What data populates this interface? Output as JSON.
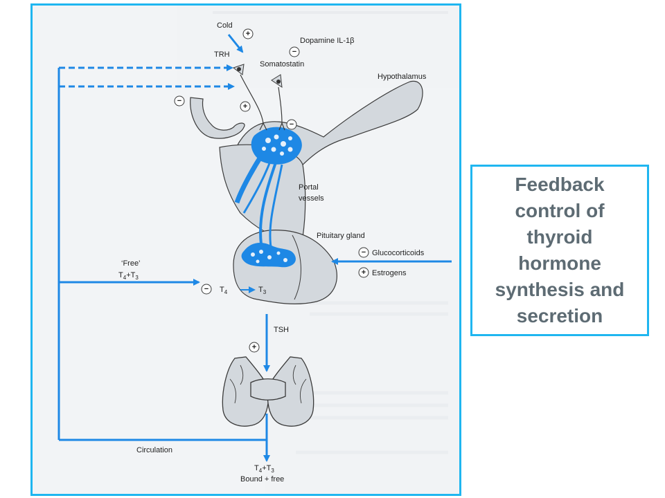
{
  "caption": {
    "lines": [
      "Feedback",
      "control of",
      "thyroid",
      "hormone",
      "synthesis and",
      "secretion"
    ]
  },
  "diagram": {
    "labels": {
      "cold": "Cold",
      "trh": "TRH",
      "dopamine": "Dopamine IL-1β",
      "somatostatin": "Somatostatin",
      "hypothalamus": "Hypothalamus",
      "portal": "Portal",
      "vessels": "vessels",
      "pituitary": "Pituitary gland",
      "glucocorticoids": "Glucocorticoids",
      "estrogens": "Estrogens",
      "free_quote": "‘Free’",
      "tsh": "TSH",
      "circulation": "Circulation",
      "bound_free": "Bound + free"
    },
    "formulas": {
      "t4t3_free": {
        "t": "T",
        "a": "4",
        "plus": "+T",
        "b": "3"
      },
      "t4_to_t3": {
        "t4": "T",
        "t4sub": "4",
        "t3": "T",
        "t3sub": "3"
      },
      "t4t3_bound": {
        "t": "T",
        "a": "4",
        "plus": "+T",
        "b": "3"
      }
    },
    "signs": {
      "plus": "+",
      "minus": "−"
    },
    "colors": {
      "arrow": "#1e88e5",
      "tissue": "#d3d8dd",
      "outline": "#3a3a3a",
      "frame": "#1fb6f0"
    }
  }
}
